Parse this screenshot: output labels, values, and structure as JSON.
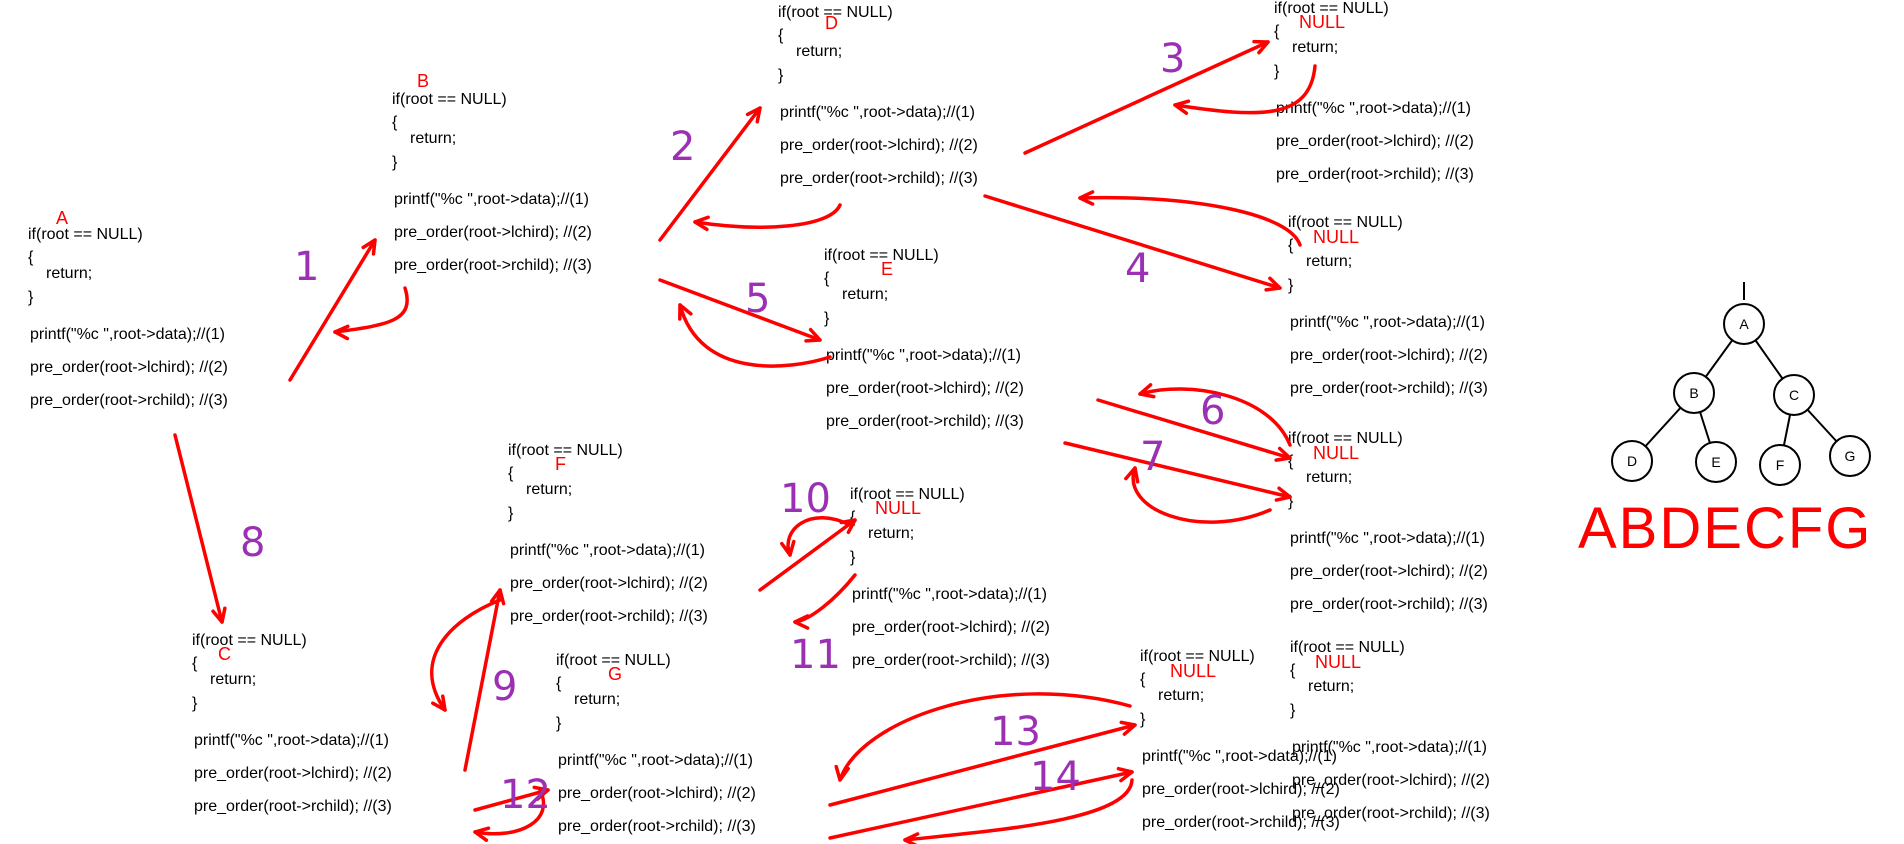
{
  "code_lines": {
    "if": "if(root == NULL)",
    "open": "{",
    "ret": "return;",
    "close": "}",
    "printf": "printf(\"%c \",root->data);//(1)",
    "left": "pre_order(root->lchird); //(2)",
    "right": "pre_order(root->rchild); //(3)"
  },
  "frames": [
    {
      "id": "A",
      "tag": "A"
    },
    {
      "id": "B",
      "tag": "B"
    },
    {
      "id": "D",
      "tag": "D"
    },
    {
      "id": "D-left",
      "tag": "NULL"
    },
    {
      "id": "D-right",
      "tag": "NULL"
    },
    {
      "id": "E",
      "tag": "E"
    },
    {
      "id": "E-left",
      "tag": "NULL"
    },
    {
      "id": "E-right",
      "tag": "NULL"
    },
    {
      "id": "C",
      "tag": "C"
    },
    {
      "id": "F",
      "tag": "F"
    },
    {
      "id": "F-null",
      "tag": "NULL"
    },
    {
      "id": "G",
      "tag": "G"
    },
    {
      "id": "G-null",
      "tag": "NULL"
    }
  ],
  "step_numbers": [
    "1",
    "2",
    "3",
    "4",
    "5",
    "6",
    "7",
    "8",
    "9",
    "10",
    "11",
    "12",
    "13",
    "14"
  ],
  "tree": {
    "nodes": [
      "A",
      "B",
      "C",
      "D",
      "E",
      "F",
      "G"
    ],
    "edges": [
      [
        "A",
        "B"
      ],
      [
        "A",
        "C"
      ],
      [
        "B",
        "D"
      ],
      [
        "B",
        "E"
      ],
      [
        "C",
        "F"
      ],
      [
        "C",
        "G"
      ]
    ]
  },
  "result": "ABDECFG",
  "colors": {
    "arrow": "#ff0000",
    "node_tag": "#ff0000",
    "step_number": "#9b30b5",
    "code": "#000000"
  }
}
